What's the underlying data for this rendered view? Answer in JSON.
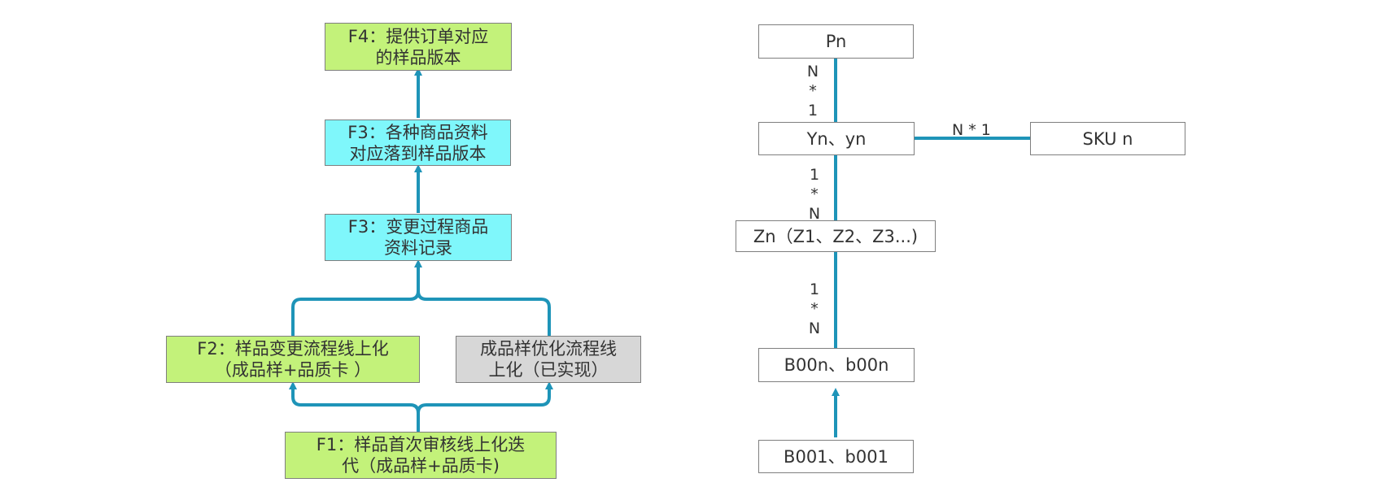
{
  "colors": {
    "arrow": "#1e94b8",
    "green_fill": "#c3f27a",
    "cyan_fill": "#7ff7fb",
    "gray_fill": "#d7d7d7",
    "border": "#7f7f7f"
  },
  "flow": {
    "f4": "F4：提供订单对应\n的样品版本",
    "f3_a": "F3：各种商品资料\n对应落到样品版本",
    "f3_b": "F3：变更过程商品\n资料记录",
    "f2": "F2：样品变更流程线上化\n（成品样+品质卡 ）",
    "done": "成品样优化流程线\n上化（已实现）",
    "f1": "F1：样品首次审核线上化迭\n代（成品样+品质卡)"
  },
  "model": {
    "pn": "Pn",
    "yn": "Yn、yn",
    "sku": "SKU n",
    "zn": "Zn（Z1、Z2、Z3...)",
    "b00n": "B00n、b00n",
    "b001": "B001、b001",
    "rel_pn_yn": "N\n*\n1",
    "rel_yn_sku": "N * 1",
    "rel_yn_zn": "1\n*\nN",
    "rel_zn_b": "1\n*\nN"
  }
}
